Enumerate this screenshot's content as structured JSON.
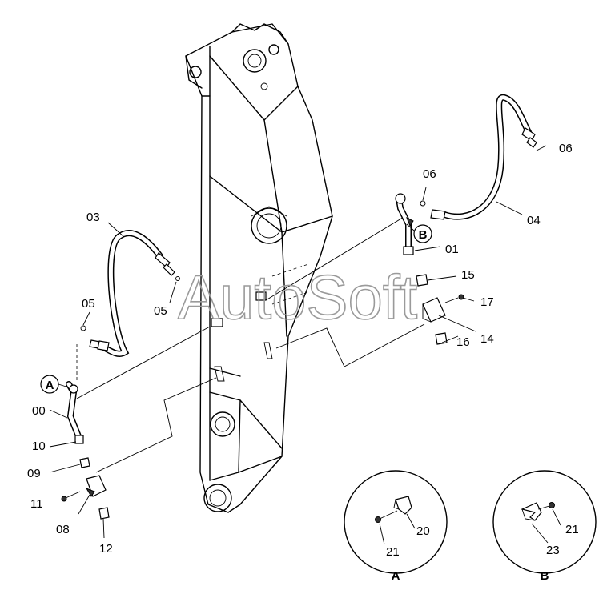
{
  "watermark": "AutoSoft",
  "labels": {
    "p00": "00",
    "p01": "01",
    "p03": "03",
    "p04": "04",
    "p05a": "05",
    "p05b": "05",
    "p06a": "06",
    "p06b": "06",
    "p08": "08",
    "p09": "09",
    "p10": "10",
    "p11": "11",
    "p12": "12",
    "p14": "14",
    "p15": "15",
    "p16": "16",
    "p17": "17",
    "p20": "20",
    "p21a": "21",
    "p21b": "21",
    "p23": "23"
  },
  "callouts": {
    "a_marker": "A",
    "b_marker": "B",
    "detail_a": "A",
    "detail_b": "B"
  }
}
